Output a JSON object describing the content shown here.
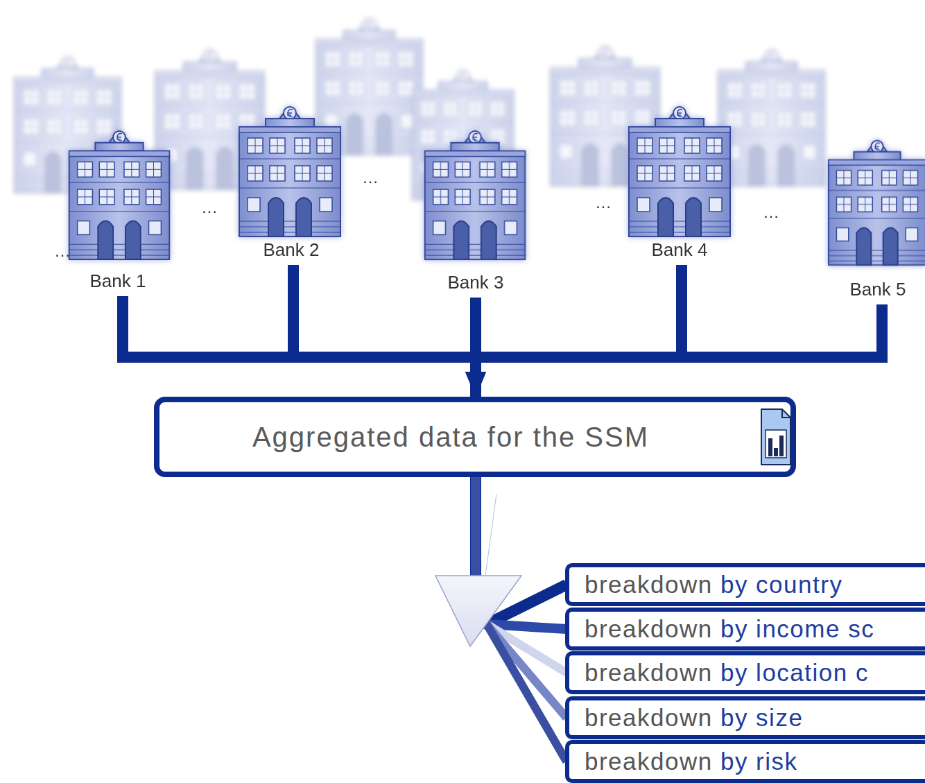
{
  "diagram": {
    "nodes": [
      {
        "text": [
          "Bank 1"
        ]
      },
      {
        "text": [
          "Bank 2"
        ]
      },
      {
        "text": [
          "Bank 3"
        ]
      },
      {
        "text": [
          "Bank 4"
        ]
      },
      {
        "text": [
          "Bank 5"
        ]
      },
      {
        "text": [
          "Aggregated data for the SSM"
        ]
      },
      {
        "text": [
          "breakdown",
          "by country"
        ]
      },
      {
        "text": [
          "breakdown",
          "by income sc"
        ]
      },
      {
        "text": [
          "breakdown",
          "by location c"
        ]
      },
      {
        "text": [
          "breakdown",
          "by size"
        ]
      },
      {
        "text": [
          "breakdown",
          "by risk"
        ]
      }
    ],
    "edges": [
      {
        "from": 0,
        "to": 5,
        "arrow": "to"
      },
      {
        "from": 1,
        "to": 5,
        "arrow": "to"
      },
      {
        "from": 2,
        "to": 5,
        "arrow": "to"
      },
      {
        "from": 3,
        "to": 5,
        "arrow": "to"
      },
      {
        "from": 4,
        "to": 5,
        "arrow": "to"
      },
      {
        "from": 5,
        "to": 6,
        "arrow": "none"
      },
      {
        "from": 5,
        "to": 7,
        "arrow": "none"
      },
      {
        "from": 5,
        "to": 8,
        "arrow": "none"
      },
      {
        "from": 5,
        "to": 9,
        "arrow": "none"
      },
      {
        "from": 5,
        "to": 10,
        "arrow": "none"
      }
    ],
    "labels": [
      "…",
      "…",
      "…",
      "…",
      "…"
    ]
  }
}
